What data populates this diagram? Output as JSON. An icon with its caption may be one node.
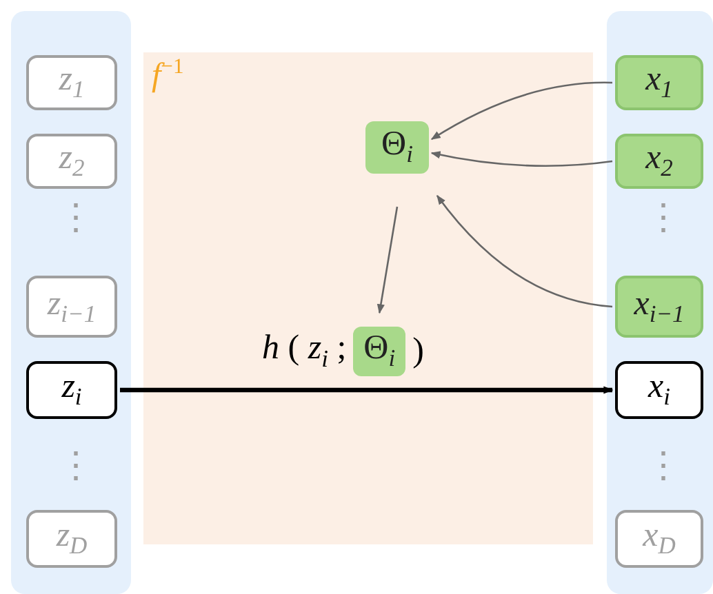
{
  "diagram": {
    "nodes": [
      {
        "text": [],
        "shape": "box"
      },
      {
        "text": [
          "*z*$_{1}$"
        ],
        "in": 0
      },
      {
        "text": [
          "*z*$_{2}$"
        ],
        "in": 0
      },
      {
        "text": [
          "*z*$_{i−1}$"
        ],
        "in": 0
      },
      {
        "text": [
          "*z*$_{i}$"
        ],
        "in": 0
      },
      {
        "text": [
          "*z*$_{D}$"
        ],
        "in": 0
      },
      {
        "text": [
          "*f*$^{−1}$"
        ]
      },
      {
        "text": [
          "Θ$_{i}$"
        ],
        "in": 6
      },
      {
        "text": [
          "*h* ( *z*$_{i}$ ;",
          ")"
        ],
        "in": 6
      },
      {
        "text": [
          "Θ$_{i}$"
        ],
        "in": 8
      },
      {
        "text": [],
        "shape": "box"
      },
      {
        "text": [
          "*x*$_{1}$"
        ],
        "in": 10
      },
      {
        "text": [
          "*x*$_{2}$"
        ],
        "in": 10
      },
      {
        "text": [
          "*x*$_{i−1}$"
        ],
        "in": 10
      },
      {
        "text": [
          "*x*$_{i}$"
        ],
        "in": 10
      },
      {
        "text": [
          "*x*$_{D}$"
        ],
        "in": 10
      }
    ],
    "edges": [
      {
        "from": 11,
        "to": 7,
        "arrow": "to"
      },
      {
        "from": 12,
        "to": 7,
        "arrow": "to"
      },
      {
        "from": 13,
        "to": 7,
        "arrow": "to"
      },
      {
        "from": 7,
        "to": 9,
        "arrow": "to"
      },
      {
        "from": 4,
        "to": 14,
        "arrow": "to",
        "style": "thick",
        "color": "#000000"
      }
    ],
    "labels": [
      "⋮",
      "⋮",
      "⋮",
      "⋮"
    ]
  }
}
